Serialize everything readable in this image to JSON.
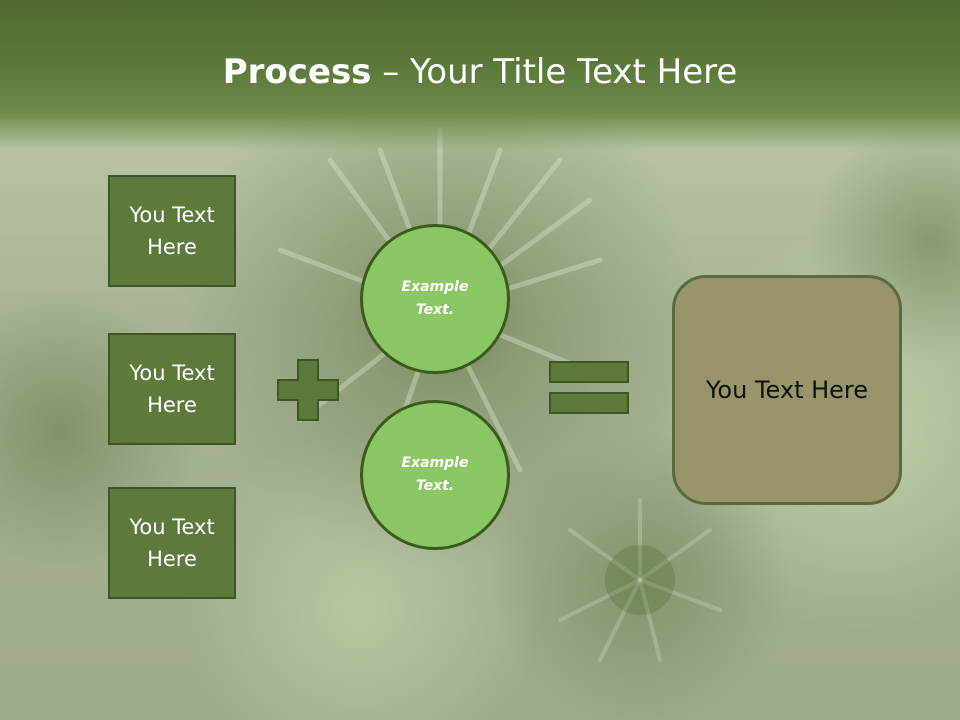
{
  "slide": {
    "title_bold": "Process",
    "title_rest": " – Your Title Text Here",
    "left_boxes": [
      "You Text\nHere",
      "You Text\nHere",
      "You Text\nHere"
    ],
    "circles": [
      "Example\nText.",
      "Example\nText."
    ],
    "result": "You Text  Here"
  },
  "colors": {
    "header": "#5b7a3a",
    "box_fill": "#5c7a3c",
    "circle_fill": "#8bc665",
    "operator_fill": "#5c7a3c",
    "result_fill": "#98956a"
  },
  "icons": {
    "operator_1": "plus-icon",
    "operator_2": "equals-icon"
  }
}
